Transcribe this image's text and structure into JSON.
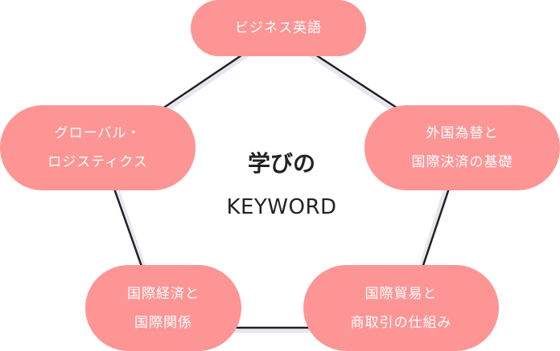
{
  "diagram": {
    "title_line1": "学びの",
    "title_line2": "KEYWORD",
    "nodes": [
      {
        "id": "top",
        "lines": [
          "ビジネス英語"
        ]
      },
      {
        "id": "right",
        "lines": [
          "外国為替と",
          "国際決済の基礎"
        ]
      },
      {
        "id": "bottom-right",
        "lines": [
          "国際貿易と",
          "商取引の仕組み"
        ]
      },
      {
        "id": "bottom-left",
        "lines": [
          "国際経済と",
          "国際関係"
        ]
      },
      {
        "id": "left",
        "lines": [
          "グローバル・",
          "ロジスティクス"
        ]
      }
    ],
    "colors": {
      "bubble": "#fe9595",
      "bubble_text": "#ffffff",
      "line": "#222222",
      "line_shadow": "#e6e6f0",
      "center_text": "#222222"
    }
  }
}
